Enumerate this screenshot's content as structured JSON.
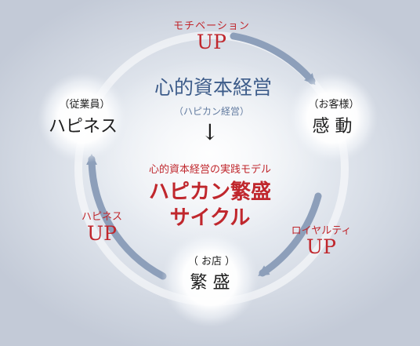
{
  "center": {
    "title": "心的資本経営",
    "subtitle": "（ハピカン経営）",
    "down_arrow": "↓",
    "practice_label": "心的資本経営の実践モデル",
    "cycle_line1": "ハピカン繁盛",
    "cycle_line2": "サイクル"
  },
  "nodes": {
    "employees": {
      "small": "（従業員）",
      "large": "ハピネス"
    },
    "customers": {
      "small": "（お客様）",
      "large": "感 動"
    },
    "store": {
      "small": "（ お店 ）",
      "large": "繁 盛"
    }
  },
  "arrow_labels": {
    "top": {
      "small": "モチベーション",
      "large": "UP"
    },
    "right": {
      "small": "ロイヤルティ",
      "large": "UP"
    },
    "left": {
      "small": "ハピネス",
      "large": "UP"
    }
  },
  "colors": {
    "accent_red": "#c0272d",
    "title_blue": "#3d5c8a",
    "arrow_blue": "#8d9fba"
  }
}
